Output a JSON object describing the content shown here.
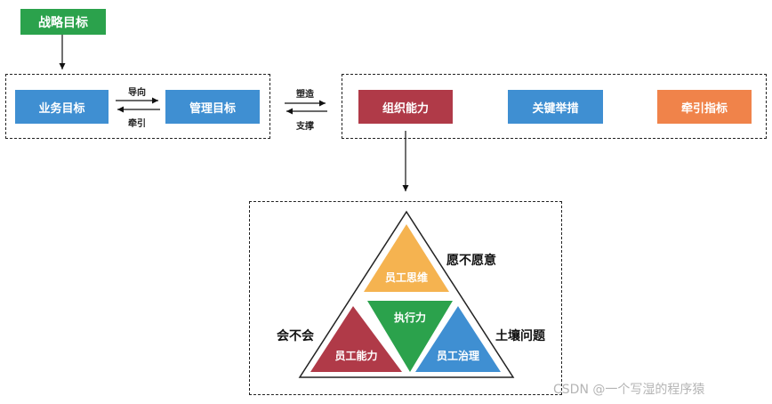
{
  "top_goal": "战略目标",
  "left_group": {
    "business_goal": "业务目标",
    "management_goal": "管理目标",
    "guide": "导向",
    "pull": "牵引"
  },
  "between": {
    "shape": "塑造",
    "support": "支撑"
  },
  "right_group": {
    "org_capability": "组织能力",
    "key_measures": "关键举措",
    "lead_indicators": "牵引指标"
  },
  "triangle": {
    "top": "员工思维",
    "center": "执行力",
    "left": "员工能力",
    "right": "员工治理",
    "label_willing": "愿不愿意",
    "label_able": "会不会",
    "label_soil": "土壤问题"
  },
  "watermark": "CSDN @一个写湿的程序猿",
  "colors": {
    "green": "#2ba24c",
    "blue": "#3f8fd2",
    "red": "#b03a48",
    "orange": "#f0834a",
    "yellow": "#f5b350"
  }
}
